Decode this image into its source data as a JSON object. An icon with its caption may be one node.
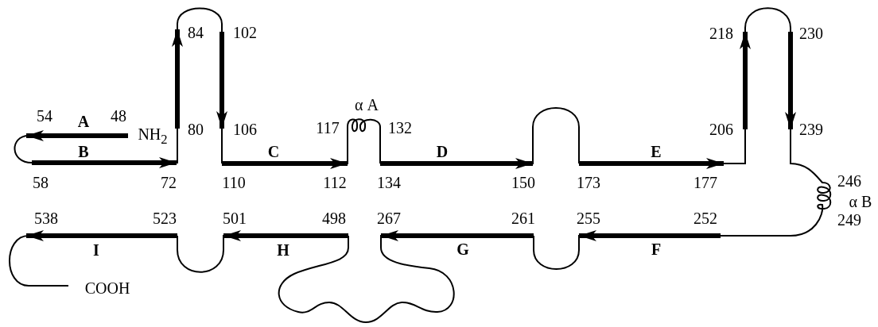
{
  "diagram": {
    "labels": [
      "84",
      "102",
      "218",
      "230",
      "α A",
      "54",
      "A",
      "48",
      "80",
      "106",
      "117",
      "132",
      "206",
      "239",
      "NH$_{2}$",
      "B",
      "C",
      "D",
      "E",
      "58",
      "72",
      "110",
      "112",
      "134",
      "150",
      "173",
      "177",
      "246",
      "α B",
      "538",
      "523",
      "501",
      "498",
      "267",
      "261",
      "255",
      "252",
      "249",
      "I",
      "H",
      "G",
      "F",
      "COOH"
    ]
  }
}
